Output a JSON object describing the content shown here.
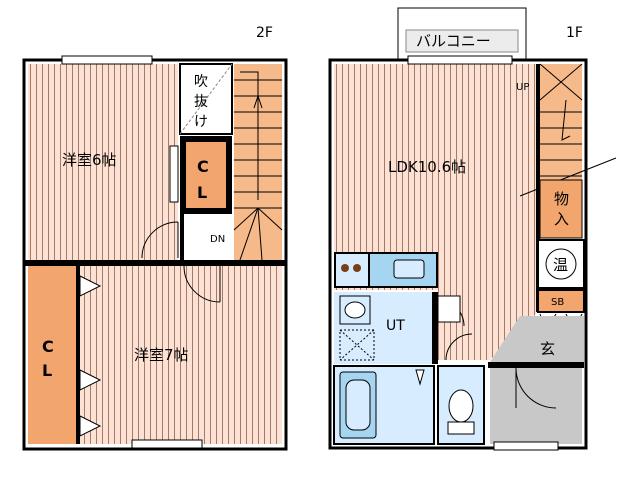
{
  "floor2": {
    "label": "2F",
    "rooms": {
      "western_upper": "洋室6帖",
      "western_lower": "洋室7帖",
      "void": [
        "吹",
        "抜",
        "け"
      ],
      "closet_upper": [
        "C",
        "L"
      ],
      "closet_lower": [
        "C",
        "L"
      ],
      "stair_down": "DN"
    }
  },
  "floor1": {
    "label": "1F",
    "rooms": {
      "balcony": "バルコニー",
      "ldk": "LDK10.6帖",
      "stair_up": "UP",
      "storage": [
        "物",
        "入"
      ],
      "water_heater": "温",
      "shoe_box": "SB",
      "utility": "UT",
      "entrance": "玄"
    }
  },
  "colors": {
    "wall": "#000000",
    "floor_wood": "#fce2d4",
    "floor_stripe": "#a77a66",
    "closet": "#f2a66e",
    "stairs": "#f5b98a",
    "wet_area": "#d7ecff",
    "fixture": "#a6d5f2",
    "entrance": "#c8c8c8"
  }
}
